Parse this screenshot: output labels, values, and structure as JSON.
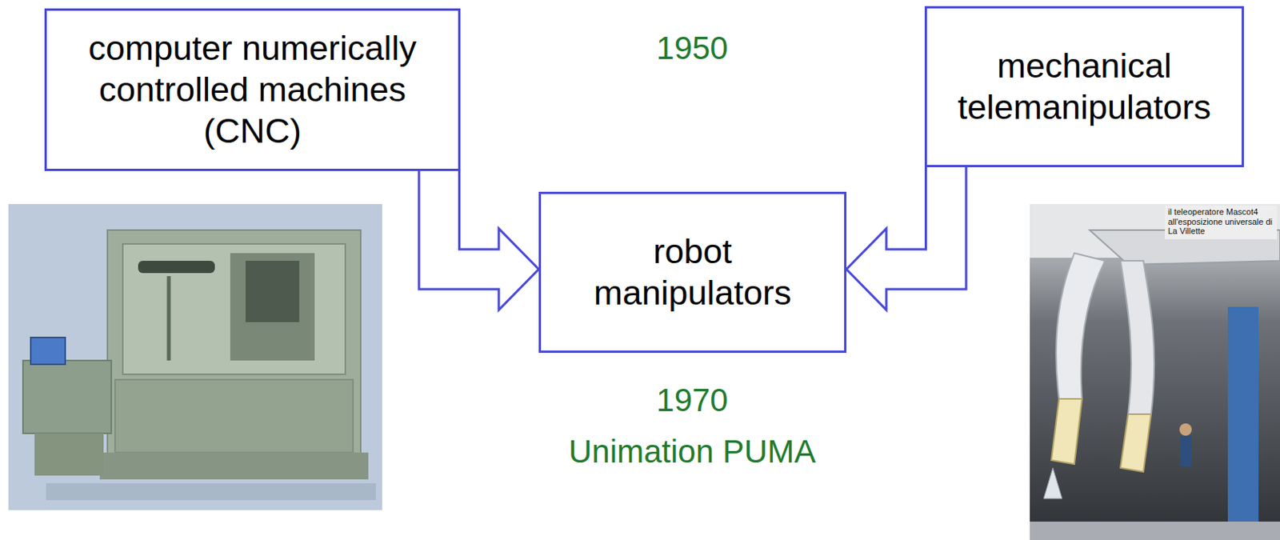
{
  "diagram": {
    "nodes": [
      {
        "text": [
          "computer numerically controlled machines (CNC)"
        ]
      },
      {
        "text": [
          "robot manipulators"
        ]
      },
      {
        "text": [
          "mechanical telemanipulators"
        ]
      }
    ],
    "edges": [
      {
        "from": 0,
        "to": 1,
        "arrow": "to"
      },
      {
        "from": 2,
        "to": 1,
        "arrow": "to"
      }
    ],
    "labels": [
      "1950",
      "1970",
      "Unimation PUMA",
      "il teleoperatore Mascot4 all'esposizione universale di La Villette"
    ]
  }
}
